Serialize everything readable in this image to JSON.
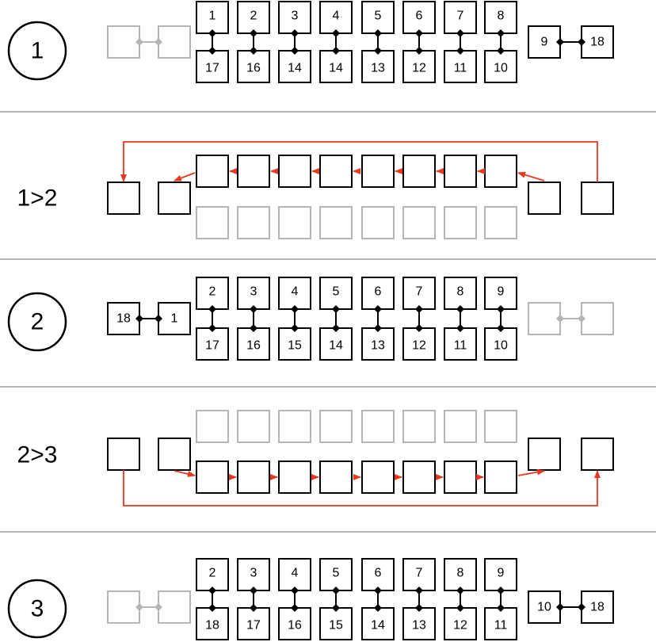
{
  "colors": {
    "arrow": "#e8391e",
    "inactive": "#b5b5b5",
    "ink": "#000000"
  },
  "rows": [
    {
      "label": "1",
      "circled": true,
      "pairs": [
        {
          "top": "1",
          "bottom": "17"
        },
        {
          "top": "2",
          "bottom": "16"
        },
        {
          "top": "3",
          "bottom": "14"
        },
        {
          "top": "4",
          "bottom": "14"
        },
        {
          "top": "5",
          "bottom": "13"
        },
        {
          "top": "6",
          "bottom": "12"
        },
        {
          "top": "7",
          "bottom": "11"
        },
        {
          "top": "8",
          "bottom": "10"
        }
      ],
      "left_chain": {
        "a": "",
        "b": "",
        "inactive": true
      },
      "right_chain": {
        "a": "9",
        "b": "18",
        "inactive": false
      }
    },
    {
      "label": "1>2",
      "circled": false,
      "direction": "left",
      "active_row": "top"
    },
    {
      "label": "2",
      "circled": true,
      "pairs": [
        {
          "top": "2",
          "bottom": "17"
        },
        {
          "top": "3",
          "bottom": "16"
        },
        {
          "top": "4",
          "bottom": "15"
        },
        {
          "top": "5",
          "bottom": "14"
        },
        {
          "top": "6",
          "bottom": "13"
        },
        {
          "top": "7",
          "bottom": "12"
        },
        {
          "top": "8",
          "bottom": "11"
        },
        {
          "top": "9",
          "bottom": "10"
        }
      ],
      "left_chain": {
        "a": "18",
        "b": "1",
        "inactive": false
      },
      "right_chain": {
        "a": "",
        "b": "",
        "inactive": true
      }
    },
    {
      "label": "2>3",
      "circled": false,
      "direction": "right",
      "active_row": "bottom"
    },
    {
      "label": "3",
      "circled": true,
      "pairs": [
        {
          "top": "2",
          "bottom": "18"
        },
        {
          "top": "3",
          "bottom": "17"
        },
        {
          "top": "4",
          "bottom": "16"
        },
        {
          "top": "5",
          "bottom": "15"
        },
        {
          "top": "6",
          "bottom": "14"
        },
        {
          "top": "7",
          "bottom": "13"
        },
        {
          "top": "8",
          "bottom": "12"
        },
        {
          "top": "9",
          "bottom": "11"
        }
      ],
      "left_chain": {
        "a": "",
        "b": "",
        "inactive": true
      },
      "right_chain": {
        "a": "10",
        "b": "18",
        "inactive": false
      }
    }
  ]
}
